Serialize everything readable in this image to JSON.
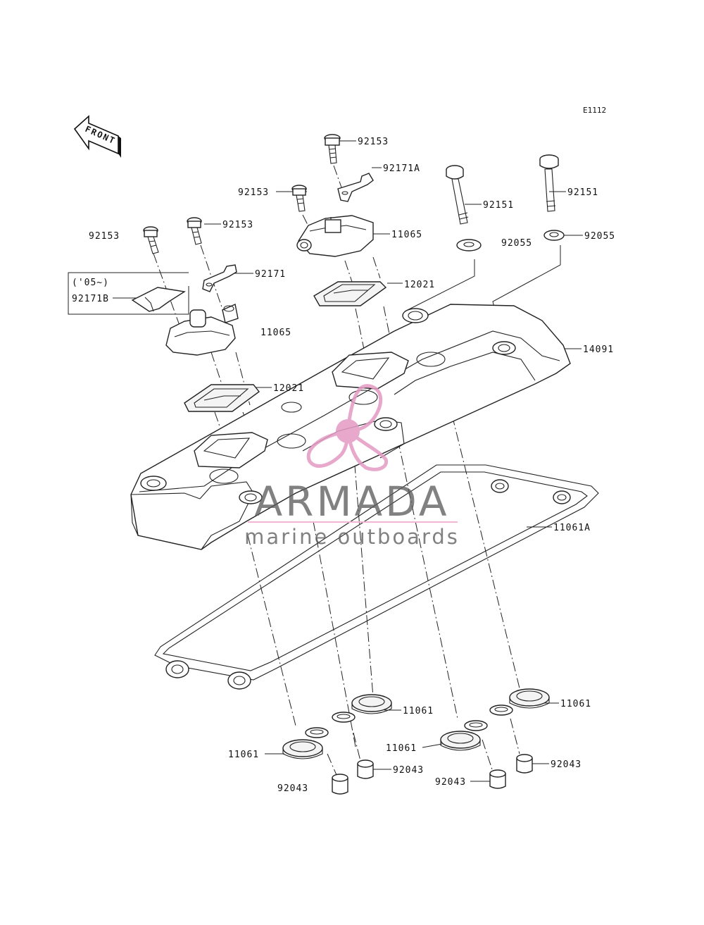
{
  "diagram_code": "E1112",
  "front_label": "FRONT",
  "bracket_note": "('05~)",
  "part_labels": {
    "p92153_a": "92153",
    "p92153_b": "92153",
    "p92153_c": "92153",
    "p92153_d": "92153",
    "p92171A": "92171A",
    "p92171": "92171",
    "p92171B": "92171B",
    "p92151_a": "92151",
    "p92151_b": "92151",
    "p92055_a": "92055",
    "p92055_b": "92055",
    "p11065_a": "11065",
    "p11065_b": "11065",
    "p12021_a": "12021",
    "p12021_b": "12021",
    "p14091": "14091",
    "p11061A": "11061A",
    "p11061_a": "11061",
    "p11061_b": "11061",
    "p11061_c": "11061",
    "p11061_d": "11061",
    "p92043_a": "92043",
    "p92043_b": "92043",
    "p92043_c": "92043",
    "p92043_d": "92043"
  },
  "watermark": {
    "brand": "ARMADA",
    "tagline": "marine outboards",
    "logo_color": "#e39ac3",
    "underline_color": "#f0b6d2"
  }
}
